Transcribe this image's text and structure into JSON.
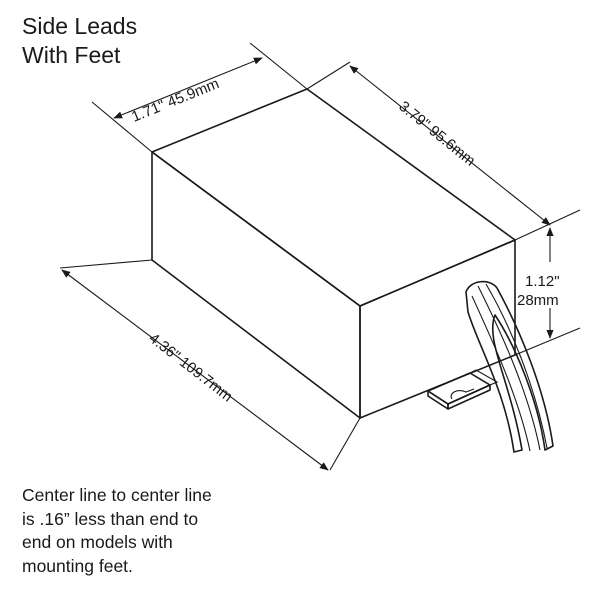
{
  "title": {
    "line1": "Side Leads",
    "line2": "With Feet"
  },
  "dimensions": {
    "width": "1.71\" 45.9mm",
    "length": "3.79\" 95.6mm",
    "height_in": "1.12\"",
    "height_mm": "28mm",
    "overall": "4.36\" 109.7mm"
  },
  "note": {
    "line1": "Center line to center line",
    "line2": "is .16” less than end to",
    "line3": "end on models with",
    "line4": "mounting feet."
  }
}
